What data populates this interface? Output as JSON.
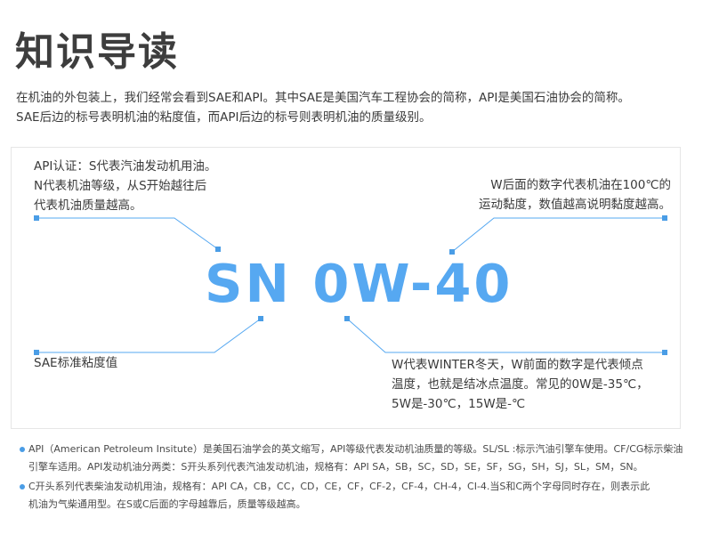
{
  "title": "知识导读",
  "intro": [
    "在机油的外包装上，我们经常会看到SAE和API。其中SAE是美国汽车工程协会的简称，API是美国石油协会的简称。",
    "SAE后边的标号表明机油的粘度值，而API后边的标号则表明机油的质量级别。"
  ],
  "code": "SN 0W-40",
  "annotations": {
    "api": [
      "API认证：S代表汽油发动机用油。",
      "N代表机油等级，从S开始越往后",
      "代表机油质量越高。"
    ],
    "w_number": [
      "W后面的数字代表机油在100℃的",
      "运动黏度，数值越高说明黏度越高。"
    ],
    "sae": [
      "SAE标准粘度值"
    ],
    "winter": [
      "W代表WINTER冬天，W前面的数字是代表倾点",
      "温度，也就是结冰点温度。常见的0W是-35℃，",
      "5W是-30℃，15W是-℃"
    ]
  },
  "notes": [
    {
      "lines": [
        "API（American Petroleum Insitute）是美国石油学会的英文缩写，API等级代表发动机油质量的等级。SL/SL :标示汽油引擎车使用。CF/CG标示柴油",
        "引擎车适用。API发动机油分两类：S开头系列代表汽油发动机油，规格有：API SA，SB，SC，SD，SE，SF，SG，SH，SJ，SL，SM，SN。"
      ]
    },
    {
      "lines": [
        "C开头系列代表柴油发动机用油，规格有：API CA，CB，CC，CD，CE，CF，CF-2，CF-4，CH-4，CI-4.当S和C两个字母同时存在，则表示此",
        "机油为气柴通用型。在S或C后面的字母越靠后，质量等级越高。"
      ]
    }
  ],
  "colors": {
    "accent": "#56a8f1",
    "dot": "#4a9de6",
    "text": "#3a3a3a"
  }
}
